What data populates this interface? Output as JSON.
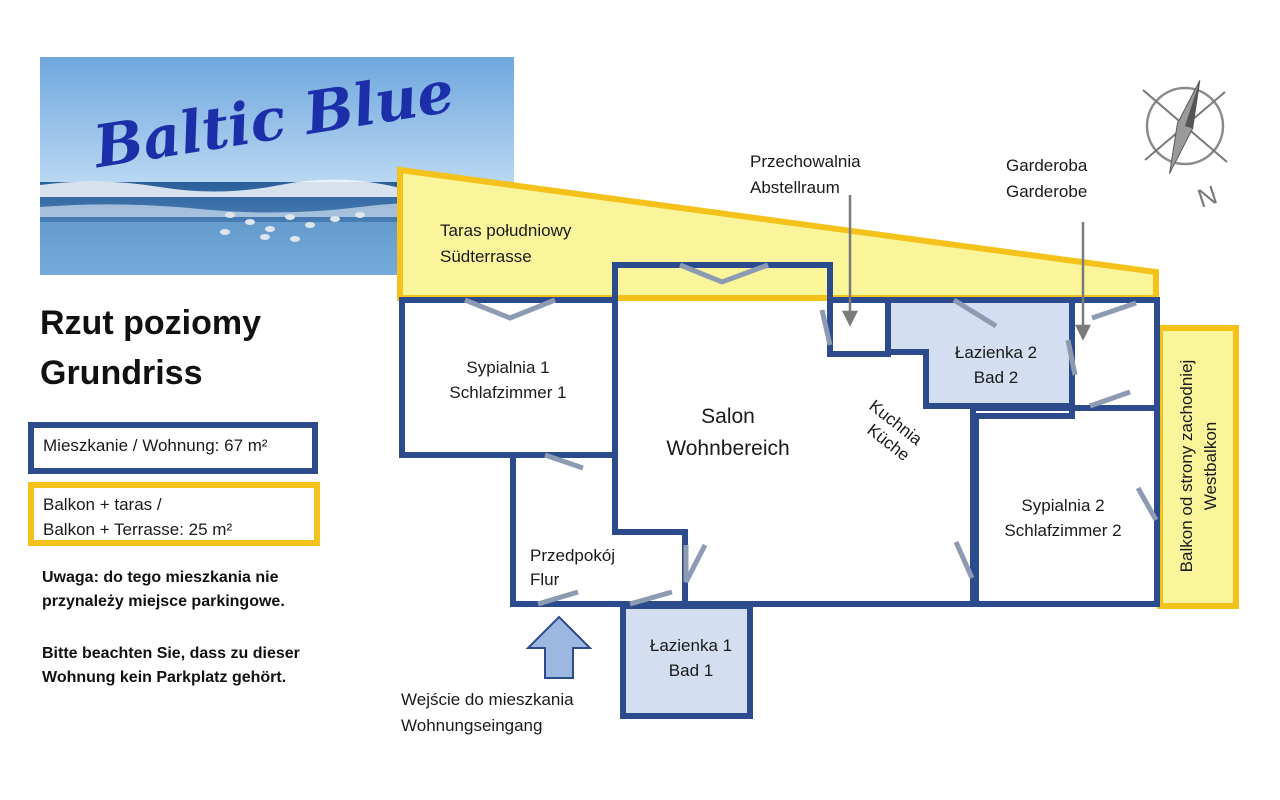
{
  "banner": {
    "brand": "Baltic Blue"
  },
  "plan_title": {
    "line1": "Rzut poziomy",
    "line2": "Grundriss"
  },
  "legend": {
    "apartment": {
      "text": "Mieszkanie / Wohnung: 67 m²",
      "color": "#2b4b8c"
    },
    "balcony": {
      "line1": "Balkon + taras /",
      "line2": "Balkon + Terrasse: 25 m²",
      "color": "#f5c21b"
    }
  },
  "notes": {
    "pl": {
      "line1": "Uwaga: do tego mieszkania nie",
      "line2": "przynależy miejsce parkingowe."
    },
    "de": {
      "line1": "Bitte beachten Sie, dass zu dieser",
      "line2": "Wohnung kein Parkplatz gehört."
    }
  },
  "rooms": {
    "terrace": {
      "line1": "Taras południowy",
      "line2": "Südterrasse"
    },
    "storage": {
      "line1": "Przechowalnia",
      "line2": "Abstellraum"
    },
    "wardrobe": {
      "line1": "Garderoba",
      "line2": "Garderobe"
    },
    "bedroom1": {
      "line1": "Sypialnia 1",
      "line2": "Schlafzimmer 1"
    },
    "salon": {
      "line1": "Salon",
      "line2": "Wohnbereich"
    },
    "kitchen": {
      "line1": "Kuchnia",
      "line2": "Küche"
    },
    "bathroom2": {
      "line1": "Łazienka 2",
      "line2": "Bad 2"
    },
    "bedroom2": {
      "line1": "Sypialnia 2",
      "line2": "Schlafzimmer 2"
    },
    "west_balcony": {
      "line1": "Balkon od strony zachodniej",
      "line2": "Westbalkon"
    },
    "hall": {
      "line1": "Przedpokój",
      "line2": "Flur"
    },
    "bathroom1": {
      "line1": "Łazienka 1",
      "line2": "Bad 1"
    },
    "entrance": {
      "line1": "Wejście do mieszkania",
      "line2": "Wohnungseingang"
    }
  },
  "compass": {
    "north": "N"
  },
  "colors": {
    "wall": "#2b4b8c",
    "terrace": "#faf59b",
    "terrace_border": "#f5c21b",
    "bath_fill": "#d3def0",
    "door": "#8d9bb2"
  }
}
